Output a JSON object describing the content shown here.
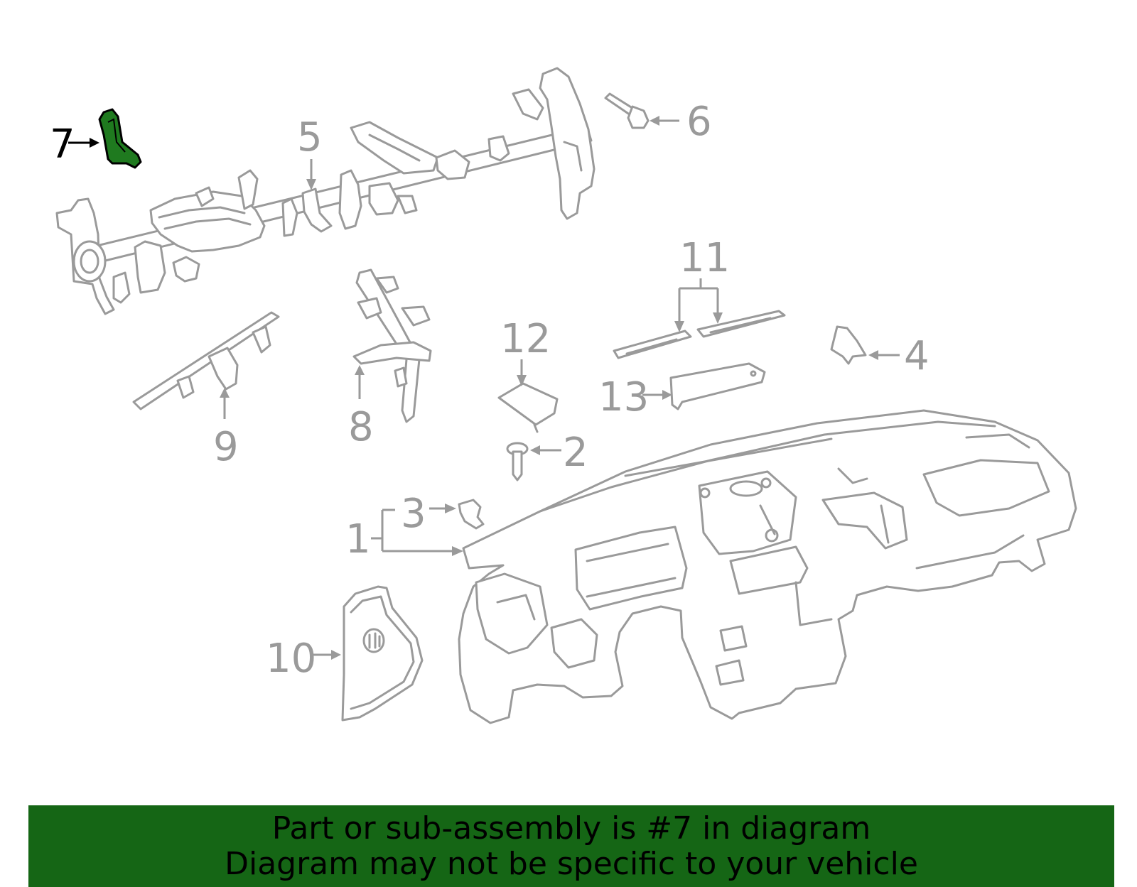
{
  "diagram": {
    "callouts": [
      {
        "id": "1",
        "label": "1"
      },
      {
        "id": "2",
        "label": "2"
      },
      {
        "id": "3",
        "label": "3"
      },
      {
        "id": "4",
        "label": "4"
      },
      {
        "id": "5",
        "label": "5"
      },
      {
        "id": "6",
        "label": "6"
      },
      {
        "id": "7",
        "label": "7",
        "highlighted": true
      },
      {
        "id": "8",
        "label": "8"
      },
      {
        "id": "9",
        "label": "9"
      },
      {
        "id": "10",
        "label": "10"
      },
      {
        "id": "11",
        "label": "11"
      },
      {
        "id": "12",
        "label": "12"
      },
      {
        "id": "13",
        "label": "13"
      }
    ],
    "colors": {
      "part_outline": "#9a9a9a",
      "highlight_fill": "#1f7a1f",
      "highlight_outline": "#000000"
    }
  },
  "banner": {
    "line1": "Part or sub-assembly is #7 in diagram",
    "line2": "Diagram may not be specific to your vehicle",
    "background": "#156615"
  }
}
